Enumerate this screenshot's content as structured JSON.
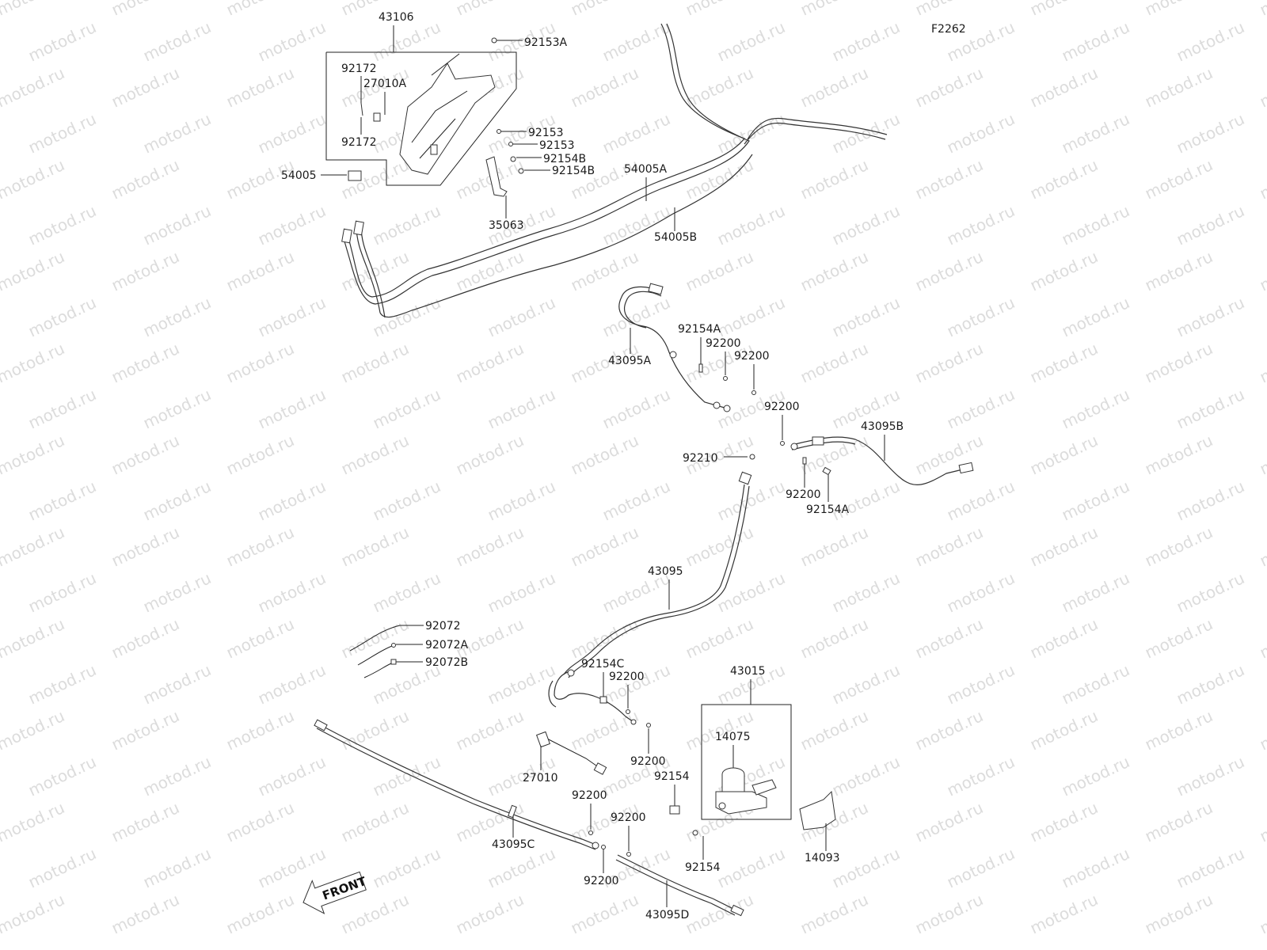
{
  "figure_code": "F2262",
  "watermark": "motod.ru",
  "front_label": "FRONT",
  "labels": {
    "p43106": "43106",
    "p92153A": "92153A",
    "p92172a": "92172",
    "p27010A": "27010A",
    "p92172b": "92172",
    "p92153a": "92153",
    "p92153b": "92153",
    "p92154Ba": "92154B",
    "p92154Bb": "92154B",
    "p54005": "54005",
    "p35063": "35063",
    "p54005A": "54005A",
    "p54005B": "54005B",
    "p92154A_a": "92154A",
    "p92200_a": "92200",
    "p92200_b": "92200",
    "p43095A": "43095A",
    "p92200_c": "92200",
    "p43095B": "43095B",
    "p92210": "92210",
    "p92200_d": "92200",
    "p92154A_b": "92154A",
    "p43095": "43095",
    "p92072": "92072",
    "p92072A": "92072A",
    "p92072B": "92072B",
    "p92154C": "92154C",
    "p92200_e": "92200",
    "p43015": "43015",
    "p14075": "14075",
    "p92200_f": "92200",
    "p27010": "27010",
    "p92154_a": "92154",
    "p92200_g": "92200",
    "p92200_h": "92200",
    "p43095C": "43095C",
    "p92154_b": "92154",
    "p14093": "14093",
    "p92200_i": "92200",
    "p43095D": "43095D"
  }
}
